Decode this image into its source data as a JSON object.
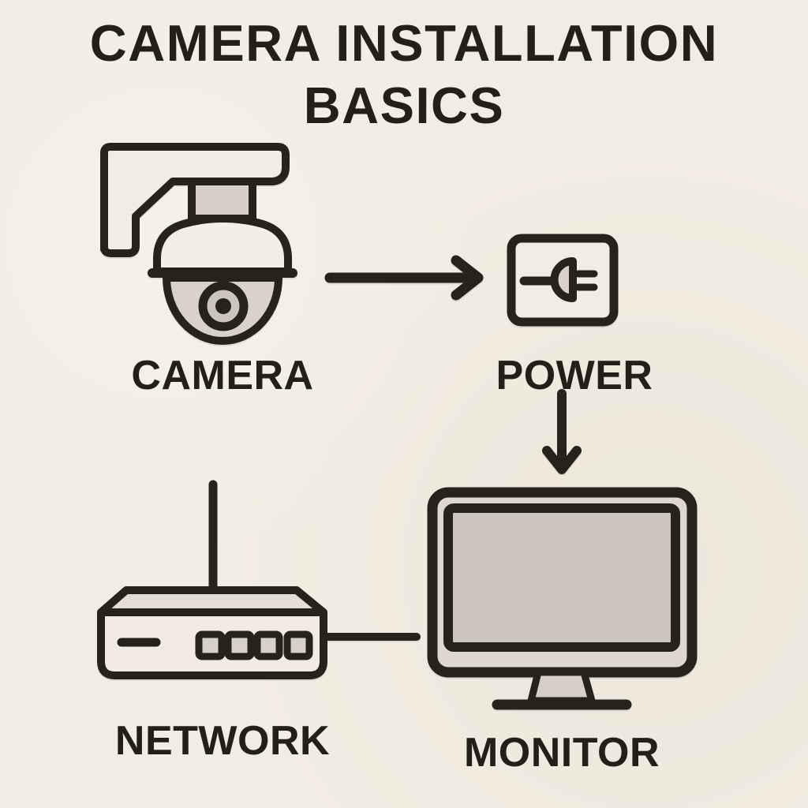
{
  "title": {
    "line1": "CAMERA INSTALLATION",
    "line2": "BASICS"
  },
  "nodes": [
    {
      "id": "camera",
      "label": "CAMERA",
      "icon": "security-camera-icon"
    },
    {
      "id": "power",
      "label": "POWER",
      "icon": "power-outlet-plug-icon"
    },
    {
      "id": "network",
      "label": "NETWORK",
      "icon": "router-icon"
    },
    {
      "id": "monitor",
      "label": "MONITOR",
      "icon": "monitor-icon"
    }
  ],
  "connections": [
    {
      "from": "camera",
      "to": "power",
      "style": "arrow-right"
    },
    {
      "from": "power",
      "to": "monitor",
      "style": "arrow-down"
    },
    {
      "from": "network",
      "to": "monitor",
      "style": "plain-line"
    }
  ],
  "colors": {
    "background": "#f2ede2",
    "ink": "#26221c",
    "light_fill": "#f3eee5",
    "gray_fill": "#d7d1c8",
    "screen_gray": "#cbc5bd",
    "bezel_gray": "#ddd7ce",
    "panel_gray": "#e3ddd4"
  }
}
